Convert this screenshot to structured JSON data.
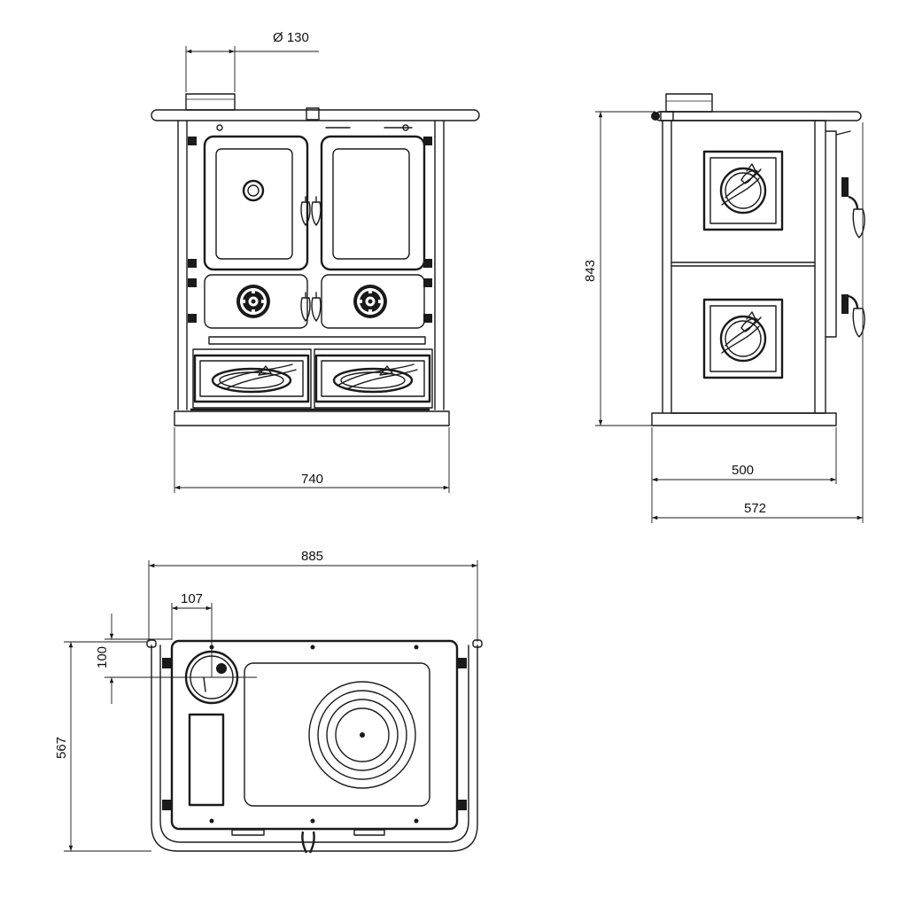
{
  "dimensions": {
    "flue_diameter": "Ø 130",
    "front_width": "740",
    "height": "843",
    "side_depth": "500",
    "side_depth_total": "572",
    "top_width": "885",
    "flue_offset_x": "107",
    "flue_offset_y": "100",
    "top_depth": "567"
  },
  "colors": {
    "line": "#1a1a1a",
    "background": "#ffffff"
  }
}
